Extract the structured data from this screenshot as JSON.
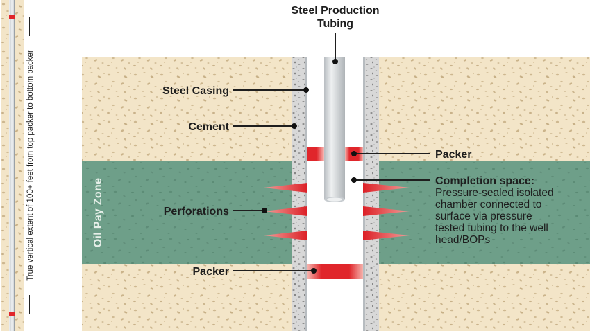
{
  "title_lines": [
    "Steel Production",
    "Tubing"
  ],
  "labels": {
    "steel_casing": "Steel Casing",
    "cement": "Cement",
    "packer_top": "Packer",
    "completion_heading": "Completion space:",
    "completion_lines": [
      "Pressure-sealed isolated",
      "chamber connected to",
      "surface via pressure",
      "tested tubing to the well",
      "head/BOPs"
    ],
    "perforations": "Perforations",
    "packer_bottom": "Packer",
    "pay_zone": "Oil Pay Zone",
    "vertical_extent": "True vertical extent of 100+ feet from top packer to bottom packer"
  },
  "colors": {
    "rock": "#f3e5c8",
    "speckle": "#c9b48e",
    "pay_zone": "#6e9f89",
    "cement": "#d6d6d6",
    "casing": "#c7ccd0",
    "packer": "#e0262b",
    "perforation": "#dc1f26",
    "tubing": "#d9dde0"
  }
}
